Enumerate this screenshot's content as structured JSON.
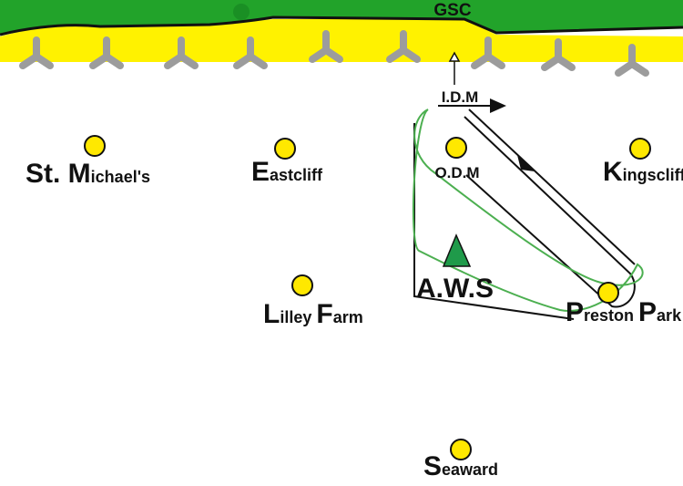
{
  "header": {
    "label": "GSC"
  },
  "markers": {
    "idm": "I.D.M"
  },
  "colors": {
    "grass": "#22a32a",
    "sand": "#fff200",
    "dot": "#ffe800",
    "pylon": "#9c9c9c",
    "route": "#4caf50",
    "tower": "#1f9a4a"
  },
  "locations": [
    {
      "id": "st-michaels",
      "first": "St. M",
      "rest": "ichael's"
    },
    {
      "id": "eastcliff",
      "first": "E",
      "rest": "astcliff"
    },
    {
      "id": "odm",
      "text": "O.D.M"
    },
    {
      "id": "kingscliff",
      "first": "K",
      "rest": "ingscliff"
    },
    {
      "id": "lilley-farm",
      "first1": "L",
      "rest1": "illey ",
      "first2": "F",
      "rest2": "arm"
    },
    {
      "id": "aws",
      "text": "A.W.S"
    },
    {
      "id": "preston-park",
      "first1": "P",
      "rest1": "reston ",
      "first2": "P",
      "rest2": "ark"
    },
    {
      "id": "seaward",
      "first": "S",
      "rest": "eaward"
    }
  ]
}
